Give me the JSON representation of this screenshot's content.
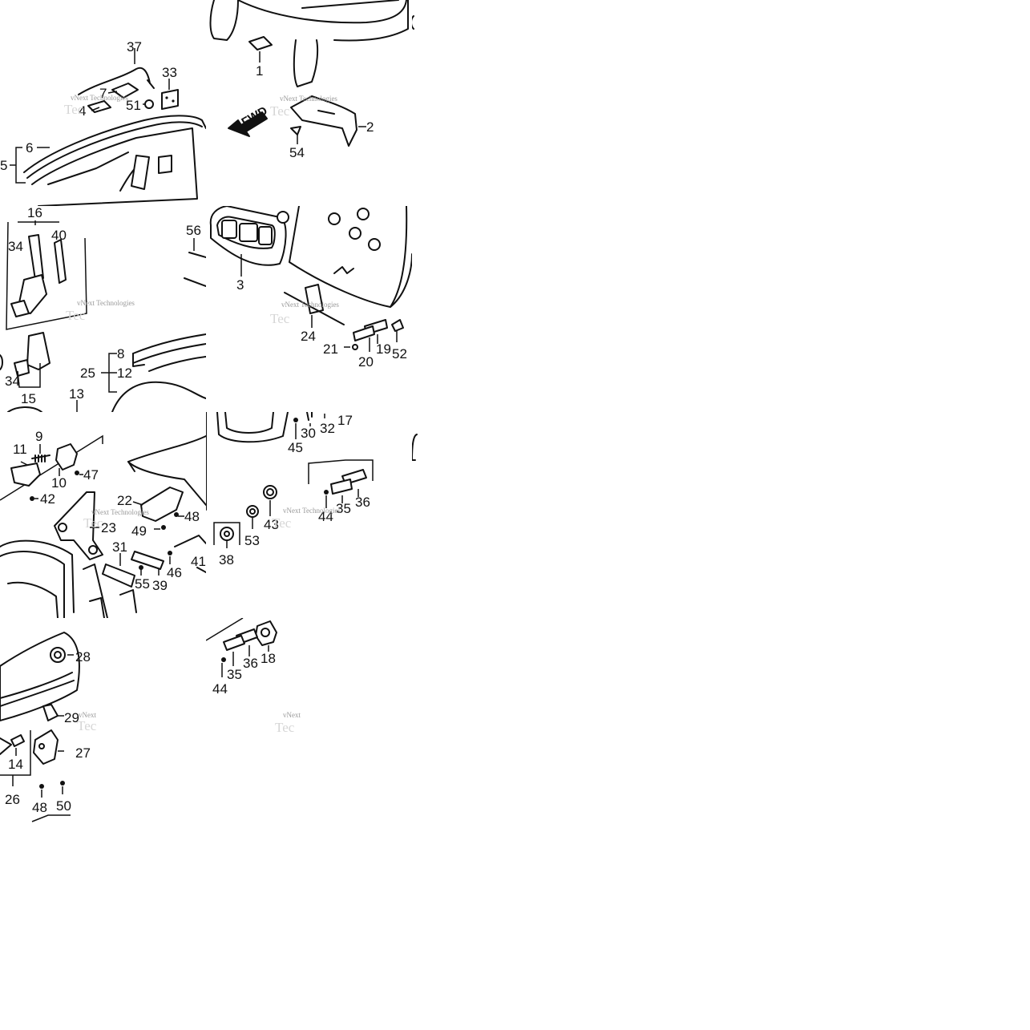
{
  "diagram": {
    "fwd_label": "FWD",
    "watermark": "vNext Technologies",
    "watermark_short": "vNext",
    "watermark_sub": "Tec",
    "labels": {
      "n1": "1",
      "n2": "2",
      "n3": "3",
      "n4": "4",
      "n5": "5",
      "n6": "6",
      "n7": "7",
      "n8": "8",
      "n9": "9",
      "n10": "10",
      "n11": "11",
      "n12": "12",
      "n13": "13",
      "n14": "14",
      "n15": "15",
      "n16": "16",
      "n17": "17",
      "n18": "18",
      "n19": "19",
      "n20": "20",
      "n21": "21",
      "n22": "22",
      "n23": "23",
      "n24": "24",
      "n25": "25",
      "n26": "26",
      "n27": "27",
      "n28": "28",
      "n29": "29",
      "n30": "30",
      "n31": "31",
      "n32": "32",
      "n33": "33",
      "n34": "34",
      "n34b": "34",
      "n35": "35",
      "n35b": "35",
      "n36": "36",
      "n36b": "36",
      "n37": "37",
      "n38": "38",
      "n39": "39",
      "n40": "40",
      "n41": "41",
      "n42": "42",
      "n43": "43",
      "n44": "44",
      "n44b": "44",
      "n45": "45",
      "n46": "46",
      "n47": "47",
      "n48": "48",
      "n48b": "48",
      "n49": "49",
      "n50": "50",
      "n51": "51",
      "n52": "52",
      "n53": "53",
      "n54": "54",
      "n55": "55",
      "n56": "56"
    }
  }
}
